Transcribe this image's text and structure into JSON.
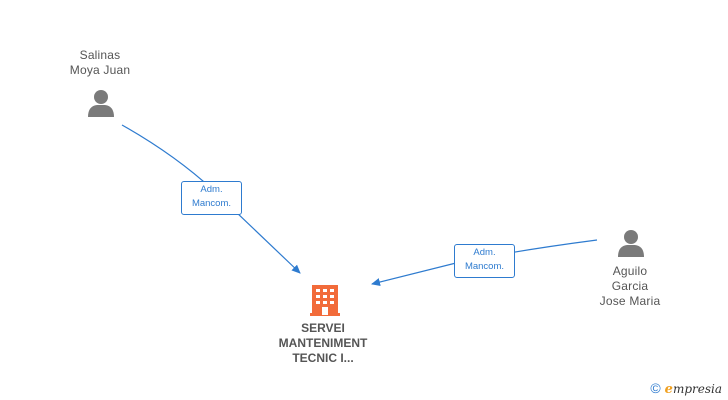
{
  "nodes": {
    "person_top": {
      "line1": "Salinas",
      "line2": "Moya Juan"
    },
    "person_right": {
      "line1": "Aguilo",
      "line2": "Garcia",
      "line3": "Jose Maria"
    },
    "company": {
      "line1": "SERVEI",
      "line2": "MANTENIMENT",
      "line3": "TECNIC I..."
    }
  },
  "edges": [
    {
      "from": "Salinas Moya Juan",
      "to": "SERVEI MANTENIMENT TECNIC I...",
      "line1": "Adm.",
      "line2": "Mancom."
    },
    {
      "from": "Aguilo Garcia Jose Maria",
      "to": "SERVEI MANTENIMENT TECNIC I...",
      "line1": "Adm.",
      "line2": "Mancom."
    }
  ],
  "colors": {
    "edge": "#2e7bcf",
    "company_icon": "#f26b3a",
    "person_icon": "#7a7a7a"
  },
  "footer": {
    "copyright": "©",
    "brand_initial": "e",
    "brand_rest": "mpresia"
  }
}
